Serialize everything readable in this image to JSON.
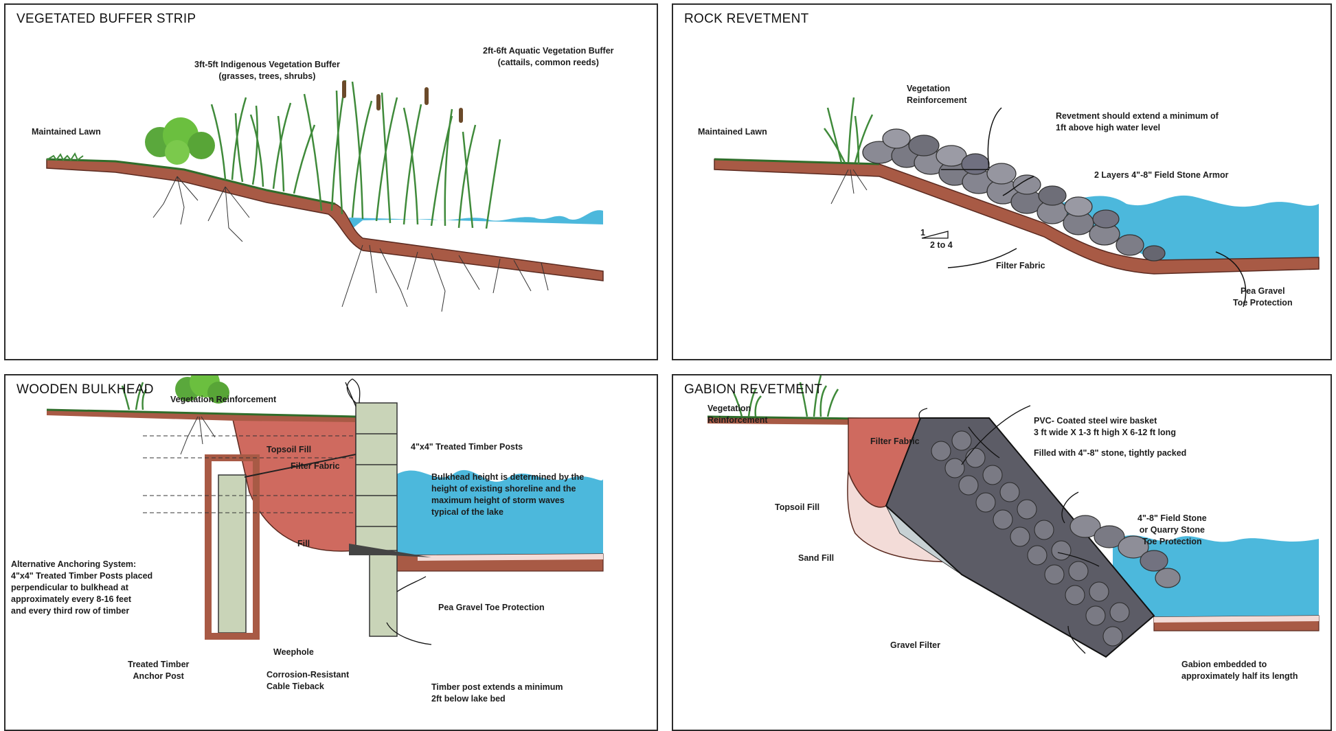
{
  "panels": {
    "buffer": {
      "title": "VEGETATED BUFFER STRIP",
      "labels": {
        "lawn": "Maintained Lawn",
        "indig_1": "3ft-5ft Indigenous Vegetation Buffer",
        "indig_2": "(grasses, trees, shrubs)",
        "aquatic_1": "2ft-6ft Aquatic Vegetation Buffer",
        "aquatic_2": "(cattails, common reeds)"
      }
    },
    "rock": {
      "title": "ROCK REVETMENT",
      "labels": {
        "lawn": "Maintained Lawn",
        "veg_1": "Vegetation",
        "veg_2": "Reinforcement",
        "extend_1": "Revetment should extend a minimum of",
        "extend_2": "1ft above high water level",
        "armor": "2 Layers 4\"-8\" Field Stone Armor",
        "slope_rise": "1",
        "slope_run": "2 to 4",
        "fabric": "Filter Fabric",
        "toe_1": "Pea Gravel",
        "toe_2": "Toe Protection"
      }
    },
    "bulkhead": {
      "title": "WOODEN BULKHEAD",
      "labels": {
        "veg": "Vegetation Reinforcement",
        "topsoil": "Topsoil Fill",
        "fabric": "Filter Fabric",
        "posts": "4\"x4\" Treated Timber Posts",
        "height_1": "Bulkhead height is determined by the",
        "height_2": "height of existing shoreline and the",
        "height_3": "maximum height of storm waves",
        "height_4": "typical of the lake",
        "fill": "Fill",
        "alt_1": "Alternative Anchoring System:",
        "alt_2": "4\"x4\" Treated Timber Posts placed",
        "alt_3": "perpendicular to bulkhead at",
        "alt_4": "approximately every 8-16 feet",
        "alt_5": "and every third row of timber",
        "pea": "Pea Gravel Toe Protection",
        "weephole": "Weephole",
        "anchor_1": "Treated Timber",
        "anchor_2": "Anchor Post",
        "cable_1": "Corrosion-Resistant",
        "cable_2": "Cable Tieback",
        "post_ext_1": "Timber post extends a minimum",
        "post_ext_2": "2ft below lake bed"
      }
    },
    "gabion": {
      "title": "GABION REVETMENT",
      "labels": {
        "veg_1": "Vegetation",
        "veg_2": "Reinforcement",
        "fabric": "Filter Fabric",
        "basket_1": "PVC- Coated steel wire basket",
        "basket_2": "3 ft wide X 1-3 ft high X 6-12 ft long",
        "basket_3": "Filled with 4\"-8\" stone, tightly packed",
        "topsoil": "Topsoil Fill",
        "sand": "Sand Fill",
        "stone_1": "4\"-8\" Field Stone",
        "stone_2": "or Quarry Stone",
        "stone_3": "Toe Protection",
        "gravel": "Gravel Filter",
        "embed_1": "Gabion embedded to",
        "embed_2": "approximately half its length"
      }
    }
  },
  "colors": {
    "water": "#4cb8dc",
    "soil": "#a85a45",
    "fill": "#cf6a5f",
    "grass": "#3f8a3a",
    "stone": "#7d7d86",
    "timber": "#c9d4b8",
    "sand": "#f3dcd8"
  }
}
